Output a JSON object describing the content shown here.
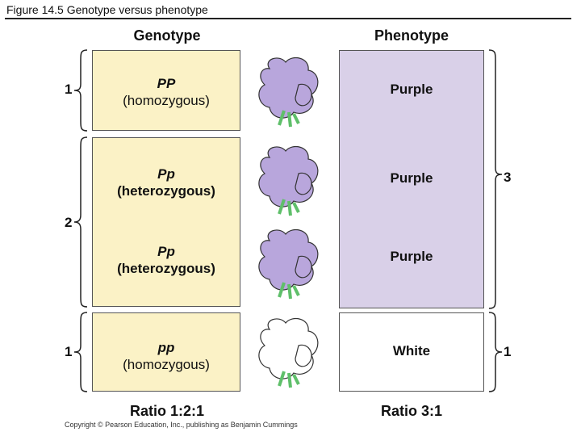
{
  "figure_title": "Figure 14.5  Genotype versus phenotype",
  "genotype_header": "Genotype",
  "phenotype_header": "Phenotype",
  "genotypes": [
    {
      "symbol": "PP",
      "zygosity": "(homozygous)"
    },
    {
      "symbol": "Pp",
      "zygosity": "(heterozygous)"
    },
    {
      "symbol": "Pp",
      "zygosity": "(heterozygous)"
    },
    {
      "symbol": "pp",
      "zygosity": "(homozygous)"
    }
  ],
  "phenotypes": [
    "Purple",
    "Purple",
    "Purple",
    "White"
  ],
  "genotype_counts": [
    "1",
    "2",
    "1"
  ],
  "phenotype_counts": [
    "3",
    "1"
  ],
  "genotype_ratio": "Ratio 1:2:1",
  "phenotype_ratio": "Ratio 3:1",
  "copyright": "Copyright © Pearson Education, Inc., publishing as Benjamin Cummings",
  "colors": {
    "genotype_fill": "#fbf2c6",
    "purple_fill": "#d9d0e8",
    "white_fill": "#ffffff",
    "purple_flower": "#b8a6dc",
    "white_flower": "#ffffff",
    "stem": "#5fbf6a"
  }
}
